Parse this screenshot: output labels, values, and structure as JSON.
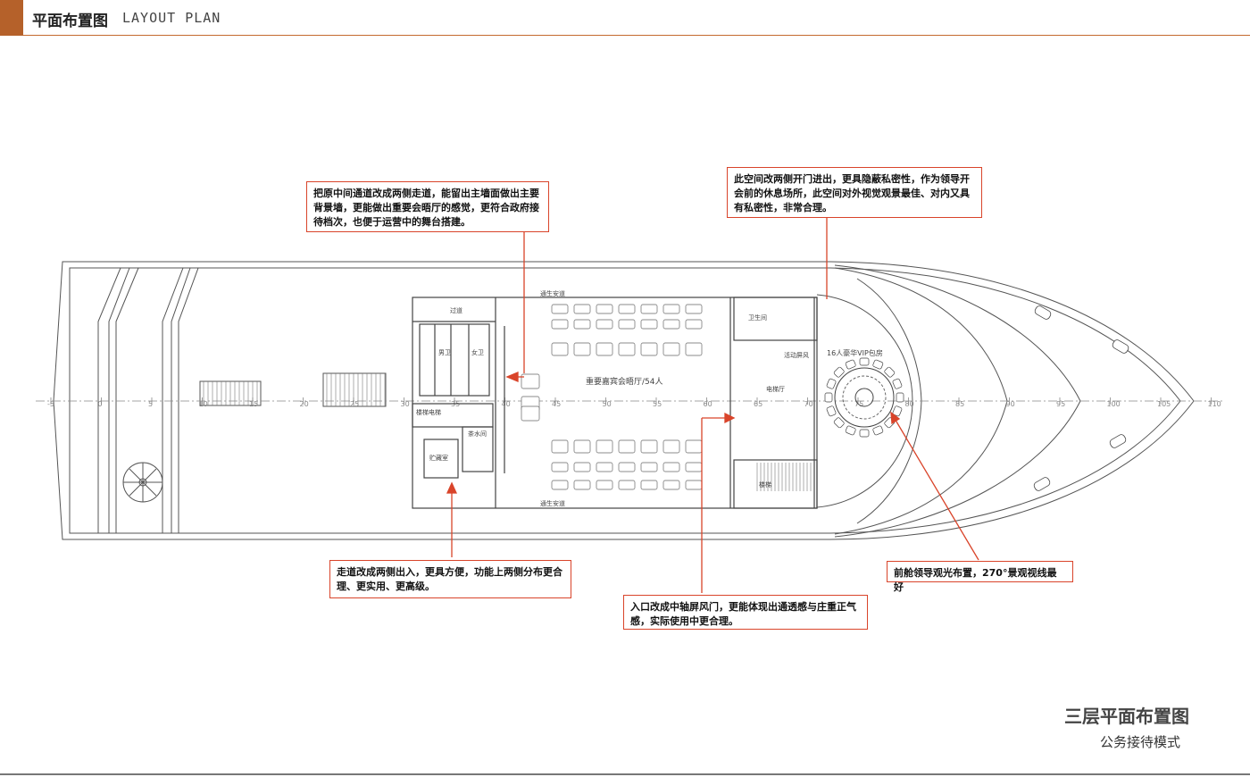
{
  "header": {
    "title": "平面布置图",
    "subtitle": "LAYOUT PLAN"
  },
  "plan": {
    "axis_ticks": [
      "-5",
      "0",
      "5",
      "10",
      "15",
      "20",
      "25",
      "30",
      "35",
      "40",
      "45",
      "50",
      "55",
      "60",
      "65",
      "70",
      "75",
      "80",
      "85",
      "90",
      "95",
      "100",
      "105",
      "110"
    ],
    "room_labels": {
      "corridor": "过道",
      "toilet1": "男卫",
      "toilet2": "女卫",
      "hall": "重要嘉宾会晤厅/54人",
      "vip": "16人豪华VIP包房",
      "screen": "活动屏风",
      "elevator_hall": "电梯厅",
      "stair_elev": "楼梯电梯",
      "water": "茶水间",
      "storage": "贮藏室",
      "top_wc": "卫生间",
      "bottom_stair": "楼梯",
      "side_top": "通生安道",
      "side_bottom": "通生安道"
    }
  },
  "notes": {
    "main_corridor": "把原中间通道改成两侧走道，能留出主墙面做出主要背景墙，更能做出重要会晤厅的感觉，更符合政府接待档次，也便于运营中的舞台搭建。",
    "lounge": "此空间改两侧开门进出，更具隐蔽私密性，作为领导开会前的休息场所，此空间对外视觉观景最佳、对内又具有私密性，非常合理。",
    "side_walkways": "走道改成两侧出入，更具方便，功能上两侧分布更合理、更实用、更高级。",
    "entrance": "入口改成中轴屏风门，更能体现出通透感与庄重正气感，实际使用中更合理。",
    "bow": "前舱领导观光布置，270°景观视线最好"
  },
  "footer": {
    "title": "三层平面布置图",
    "subtitle": "公务接待模式"
  },
  "colors": {
    "accent": "#b5612a",
    "note_border": "#d9442a",
    "line": "#555555"
  }
}
